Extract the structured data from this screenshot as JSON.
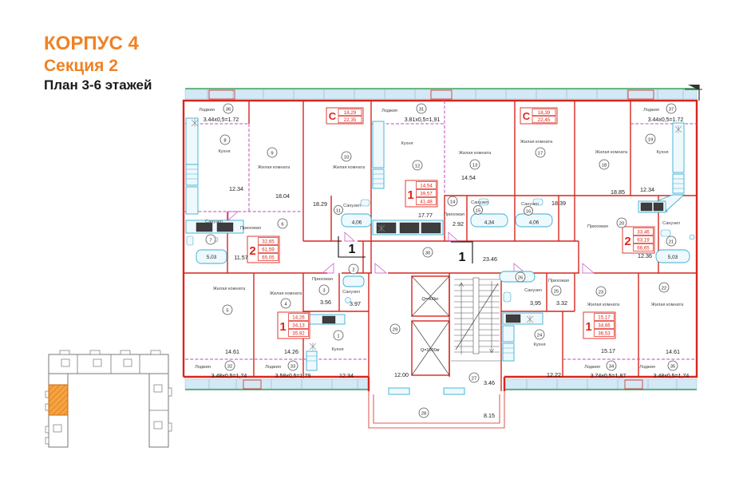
{
  "header": {
    "building": "КОРПУС 4",
    "section": "Секция 2",
    "plan": "План 3-6 этажей"
  },
  "colors": {
    "accent_orange": "#f08125",
    "wall_red": "#d7261f",
    "partition_magenta": "#c24ac2",
    "glazing_blue": "#d3e9f6",
    "green_line": "#3aa054",
    "fixture_cyan": "#3aaed2",
    "box_red": "#e0251c"
  },
  "rooms": [
    {
      "num": "1",
      "name": "Кухня",
      "area": "12.34"
    },
    {
      "num": "2",
      "name": "Санузел",
      "area": "3.97"
    },
    {
      "num": "3",
      "name": "Прихожая",
      "area": "3.56"
    },
    {
      "num": "4",
      "name": "Жилая комната",
      "area": "14.26"
    },
    {
      "num": "5",
      "name": "Жилая комната",
      "area": "14.61"
    },
    {
      "num": "6",
      "name": "Прихожая",
      "area": "11.57"
    },
    {
      "num": "7",
      "name": "Санузел",
      "area": "5,03"
    },
    {
      "num": "8",
      "name": "Кухня",
      "area": "12.34"
    },
    {
      "num": "9",
      "name": "Жилая комната",
      "area": "18.04"
    },
    {
      "num": "10",
      "name": "Жилая комната",
      "area": "18.29"
    },
    {
      "num": "11",
      "name": "Санузел",
      "area": "4,06"
    },
    {
      "num": "12",
      "name": "Кухня",
      "area": "17.77"
    },
    {
      "num": "13",
      "name": "Жилая комната",
      "area": "14.54"
    },
    {
      "num": "14",
      "name": "Прихожая",
      "area": "2.92"
    },
    {
      "num": "15",
      "name": "Санузел",
      "area": "4,34"
    },
    {
      "num": "16",
      "name": "Санузел",
      "area": "4,06"
    },
    {
      "num": "17",
      "name": "Жилая комната",
      "area": "18.39"
    },
    {
      "num": "18",
      "name": "Жилая комната",
      "area": "18.85"
    },
    {
      "num": "19",
      "name": "Кухня",
      "area": "12.34"
    },
    {
      "num": "20",
      "name": "Прихожая",
      "area": "12.36"
    },
    {
      "num": "21",
      "name": "Санузел",
      "area": "5,03"
    },
    {
      "num": "22",
      "name": "Жилая комната",
      "area": "14.61"
    },
    {
      "num": "23",
      "name": "Жилая комната",
      "area": "15.17"
    },
    {
      "num": "24",
      "name": "Кухня",
      "area": "12.22"
    },
    {
      "num": "25",
      "name": "Прихожая",
      "area": "3.32"
    },
    {
      "num": "26",
      "name": "Санузел",
      "area": "3,95"
    },
    {
      "num": "27",
      "name": "",
      "area": "3.46"
    },
    {
      "num": "28",
      "name": "",
      "area": "8.15"
    },
    {
      "num": "29",
      "name": "",
      "area": "12.00"
    },
    {
      "num": "30",
      "name": "",
      "area": "23.46"
    }
  ],
  "loggias": [
    {
      "num": "31",
      "name": "Лоджия",
      "formula": "3.81х0,5=1,91"
    },
    {
      "num": "32",
      "name": "Лоджия",
      "formula": "3.48х0,5=1,74"
    },
    {
      "num": "33",
      "name": "Лоджия",
      "formula": "3.58х0,5=1,79"
    },
    {
      "num": "34",
      "name": "Лоджия",
      "formula": "3.74х0,5=1,87"
    },
    {
      "num": "35",
      "name": "Лоджия",
      "formula": "3.48х0,5=1,74"
    },
    {
      "num": "36",
      "name": "Лоджия",
      "formula": "3.44х0,5=1.72"
    },
    {
      "num": "37",
      "name": "Лоджия",
      "formula": "3.44х0,5=1.72"
    }
  ],
  "apartment_boxes": [
    {
      "type": "С",
      "values": [
        "18,29",
        "22,35"
      ]
    },
    {
      "type": "1",
      "values": [
        "14,54",
        "39,57",
        "41,48"
      ]
    },
    {
      "type": "С",
      "values": [
        "18,39",
        "22,45"
      ]
    },
    {
      "type": "2",
      "values": [
        "32,65",
        "61,59",
        "65,05"
      ]
    },
    {
      "type": "2",
      "values": [
        "33,46",
        "63,19",
        "66,65"
      ]
    },
    {
      "type": "1",
      "values": [
        "14,26",
        "34,13",
        "35,92"
      ]
    },
    {
      "type": "1",
      "values": [
        "15,17",
        "34,66",
        "36,53"
      ]
    }
  ],
  "elevators": [
    {
      "label": "Q=400кг"
    },
    {
      "label": "Q=1000кг"
    }
  ],
  "section_marks": [
    "1",
    "1"
  ]
}
